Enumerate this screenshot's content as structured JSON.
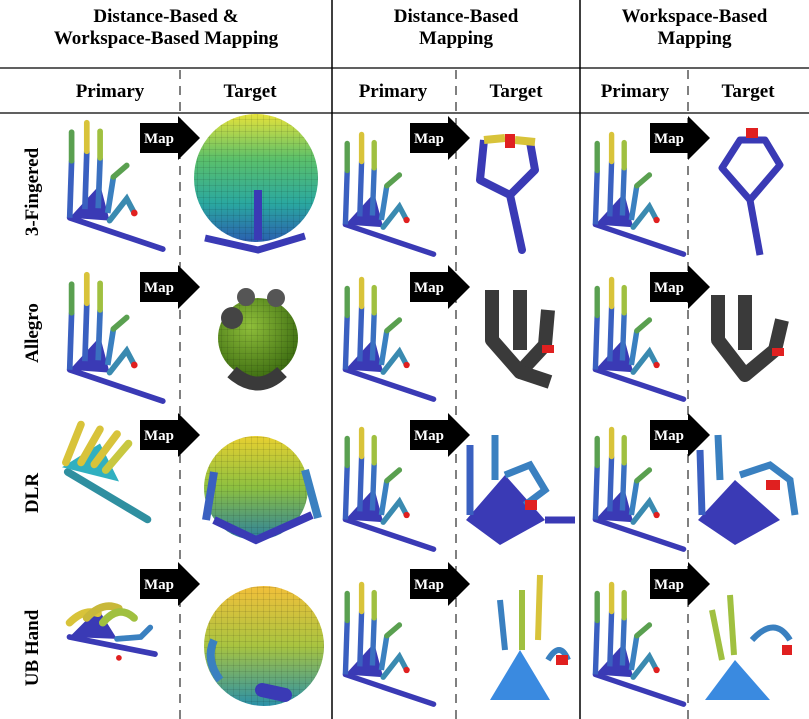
{
  "columns": [
    {
      "title_line1": "Distance-Based &",
      "title_line2": "Workspace-Based Mapping"
    },
    {
      "title_line1": "Distance-Based",
      "title_line2": "Mapping"
    },
    {
      "title_line1": "Workspace-Based",
      "title_line2": "Mapping"
    }
  ],
  "sub_headers": {
    "primary": "Primary",
    "target": "Target"
  },
  "rows": [
    "3-Fingered",
    "Allegro",
    "DLR",
    "UB Hand"
  ],
  "arrow_label": "Map",
  "colors": {
    "blue": "#3a3ab5",
    "teal": "#2f8fa0",
    "green": "#5bb060",
    "yellow": "#d8c33a",
    "red": "#e02020",
    "gray": "#3a3a3a"
  }
}
